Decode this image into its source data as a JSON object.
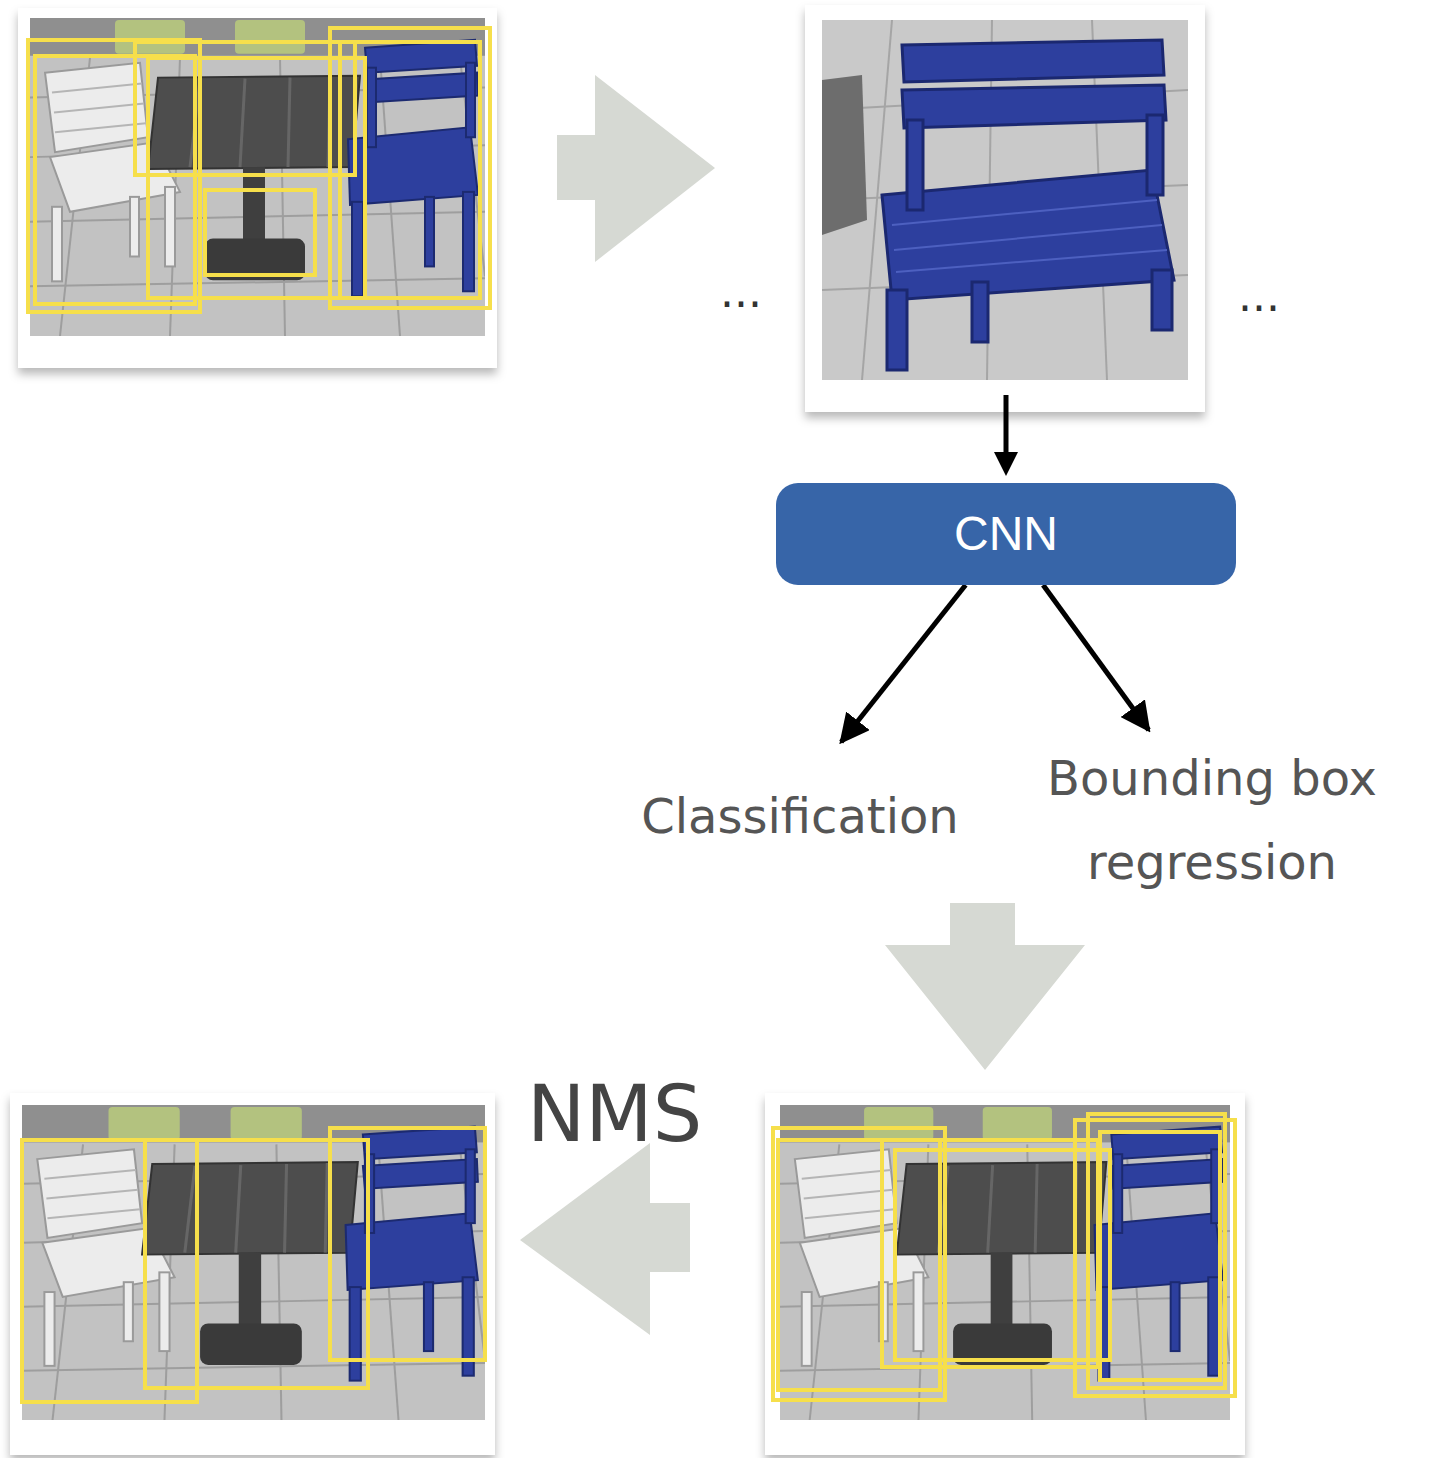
{
  "diagram": {
    "nodes": [
      {
        "text": [
          "CNN"
        ]
      },
      {
        "text": [
          "Classification"
        ]
      },
      {
        "text": [
          "Bounding box regression"
        ]
      }
    ],
    "edges": [
      {
        "from": 0,
        "to": 1,
        "arrow": "to"
      },
      {
        "from": 0,
        "to": 2,
        "arrow": "to"
      }
    ],
    "labels": [
      "...",
      "...",
      "NMS"
    ]
  }
}
